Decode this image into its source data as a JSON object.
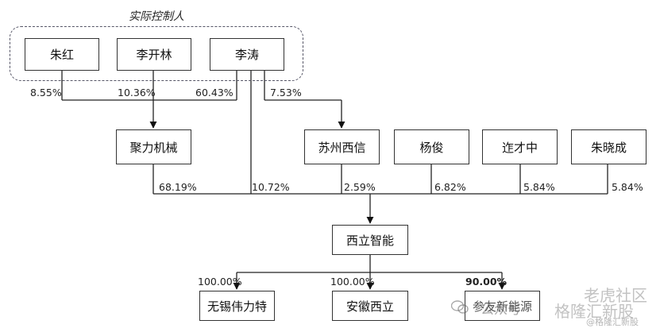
{
  "group_label": "实际控制人",
  "nodes": {
    "zhu_hong": "朱红",
    "li_kailin": "李开林",
    "li_tao": "李涛",
    "juli": "聚力机械",
    "suzhou": "苏州西信",
    "yang_jun": "杨俊",
    "zhan_caizhong": "迮才中",
    "zhu_xiaocheng": "朱晓成",
    "xili": "西立智能",
    "wuxi": "无锡伟力特",
    "anhui": "安徽西立",
    "third_sub": "参友新能源"
  },
  "percentages": {
    "zhu_hong_to_juli": "8.55%",
    "li_kailin_to_juli": "10.36%",
    "li_tao_to_juli": "60.43%",
    "li_tao_to_suzhou": "7.53%",
    "juli_to_xili": "68.19%",
    "li_tao_to_xili": "10.72%",
    "suzhou_to_xili": "2.59%",
    "yang_jun_to_xili": "6.82%",
    "zhan_to_xili": "5.84%",
    "zhu_xiaocheng_to_xili": "5.84%",
    "xili_to_wuxi": "100.00%",
    "xili_to_anhui": "100.00%",
    "xili_to_third": "90.00%"
  },
  "watermark": {
    "brand1": "老虎社区",
    "brand2": "格隆汇新股",
    "handle": "@格隆汇新股",
    "overlay": "公众号 ·"
  }
}
